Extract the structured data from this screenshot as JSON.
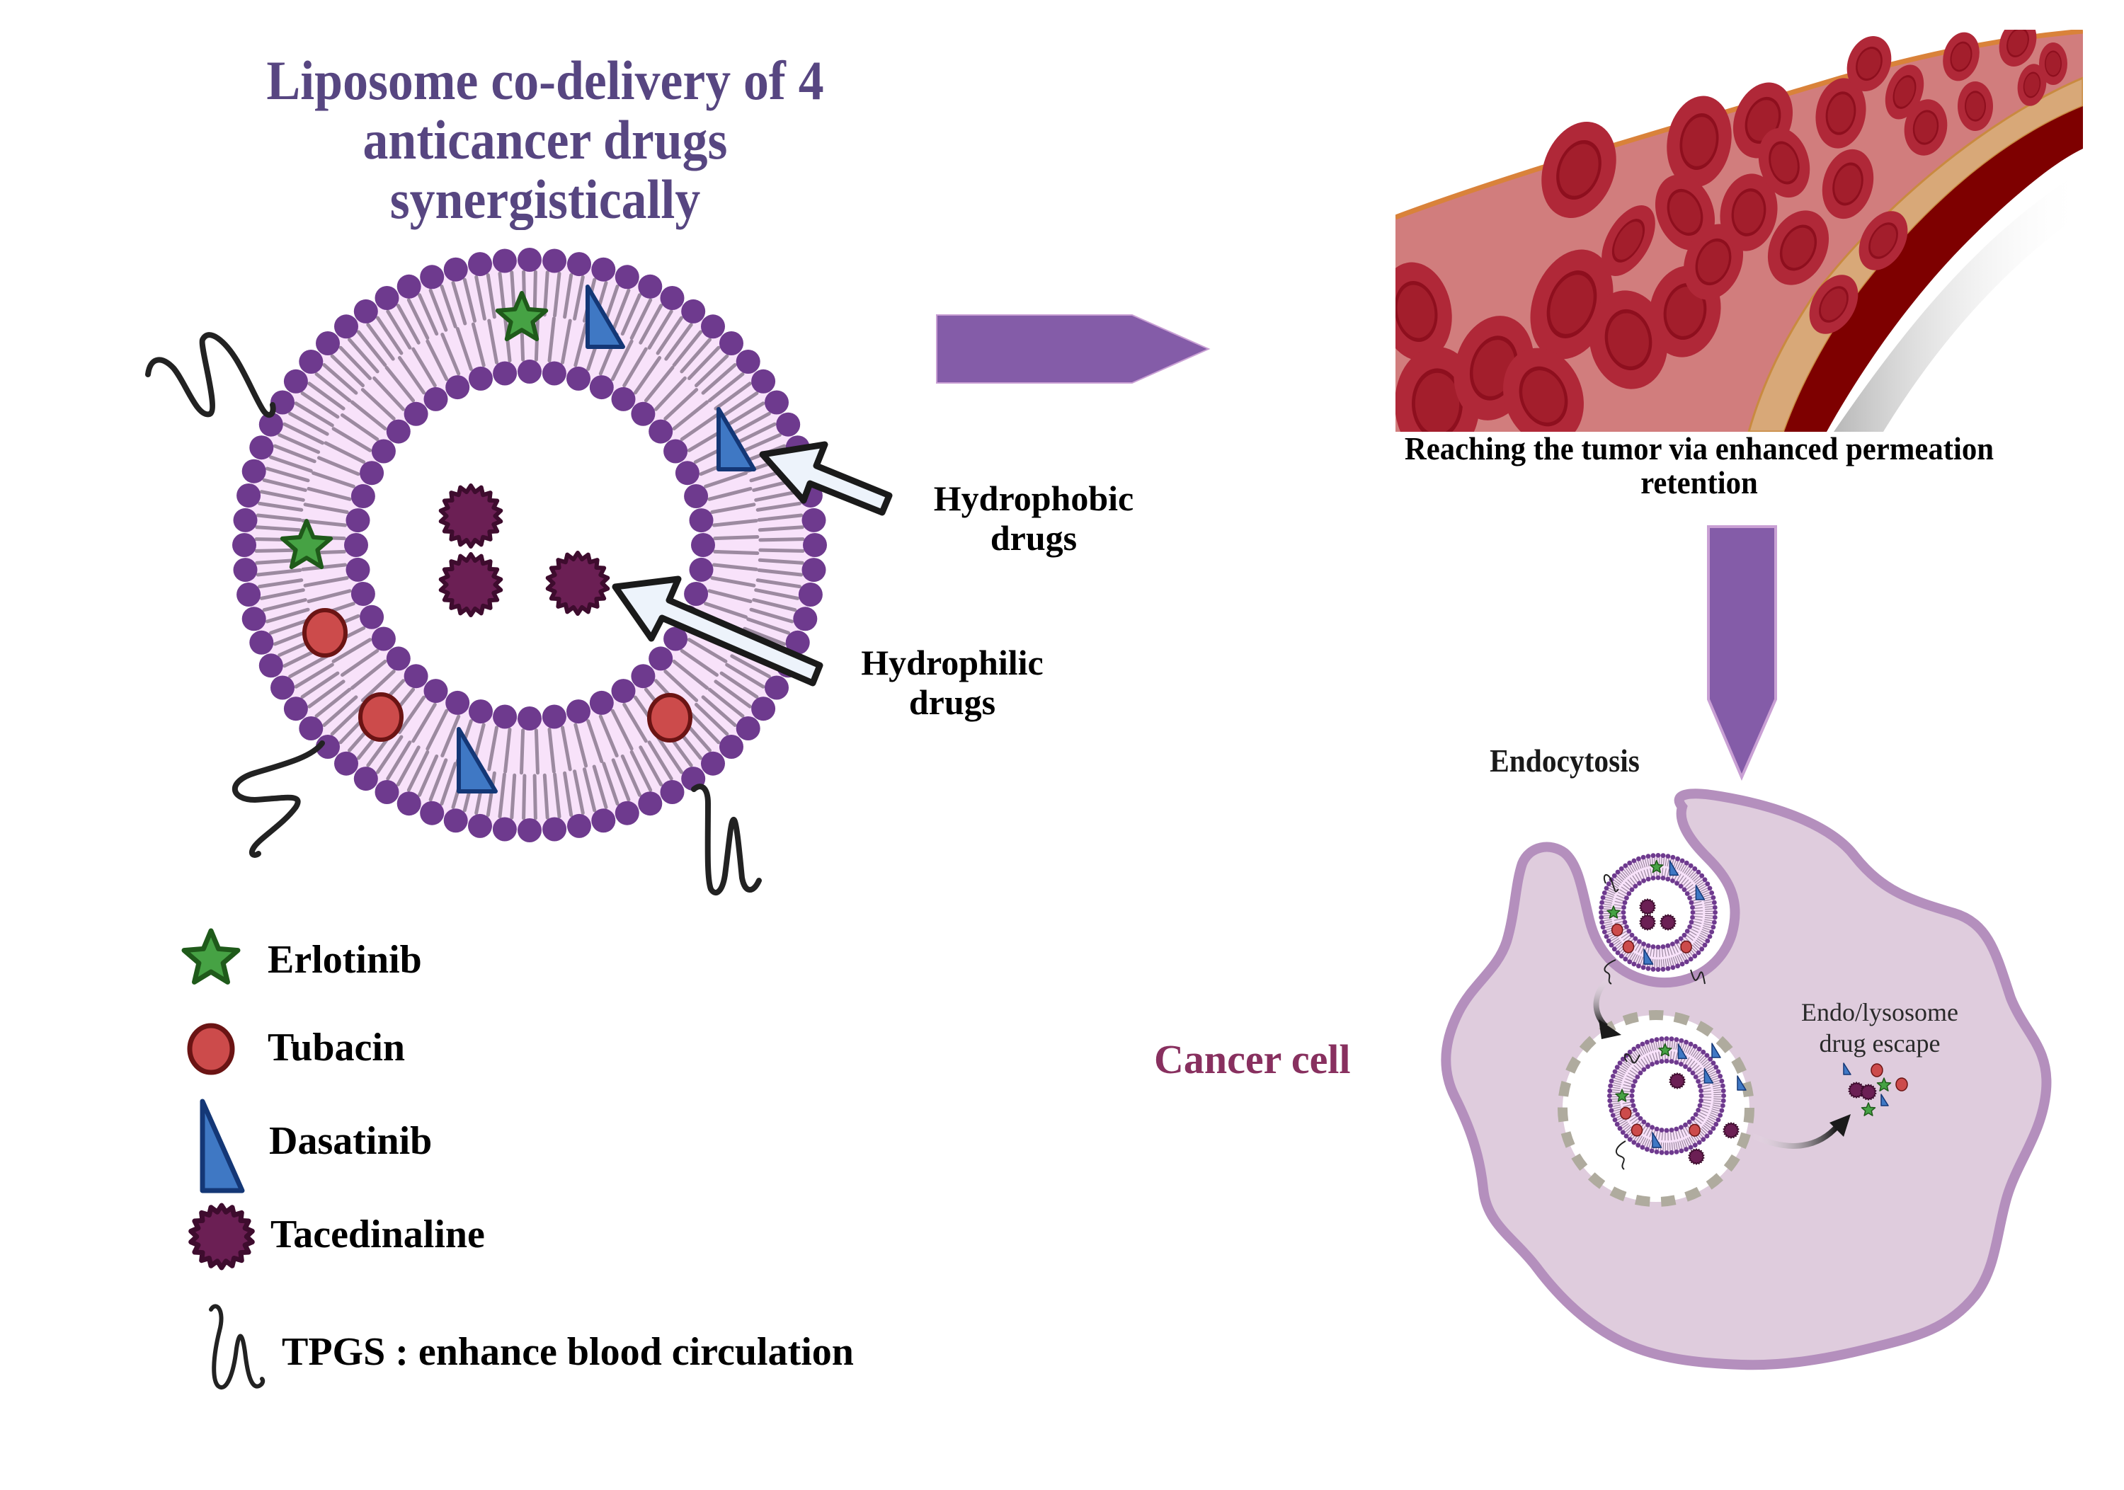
{
  "title": {
    "line1": "Liposome co-delivery of 4",
    "line2": "anticancer drugs",
    "line3": "synergistically"
  },
  "labels": {
    "hydrophobic_line1": "Hydrophobic",
    "hydrophobic_line2": "drugs",
    "hydrophilic_line1": "Hydrophilic",
    "hydrophilic_line2": "drugs"
  },
  "legend": {
    "items": [
      {
        "label": "Erlotinib",
        "icon": "green-star-icon",
        "color": "#46A244",
        "stroke": "#1F5A1A"
      },
      {
        "label": "Tubacin",
        "icon": "red-circle-icon",
        "color": "#CC4B4B",
        "stroke": "#6B1414"
      },
      {
        "label": "Dasatinib",
        "icon": "blue-triangle-icon",
        "color": "#3F78C4",
        "stroke": "#143776"
      },
      {
        "label": "Tacedinaline",
        "icon": "purple-starburst-icon",
        "color": "#6B1F54",
        "stroke": "#3E0C2E"
      },
      {
        "label": "TPGS : enhance blood circulation",
        "icon": "tpgs-squiggle-icon",
        "color": "#222222"
      }
    ]
  },
  "blood_vessel": {
    "caption_line1": "Reaching the tumor via enhanced permeation",
    "caption_line2": "retention"
  },
  "cell": {
    "endocytosis_label": "Endocytosis",
    "cancer_cell_label": "Cancer cell",
    "escape_line1": "Endo/lysosome",
    "escape_line2": "drug escape"
  },
  "colors": {
    "title": "#574681",
    "arrow": "#845CA8",
    "arrow_stroke": "#C9A0D4",
    "lipid_head": "#6E3A8E",
    "lipid_tail": "#9C8AA0",
    "membrane_fill": "#F8E2FA",
    "cell_fill": "#DFCCDD",
    "cell_stroke": "#B48FBD",
    "cancer_label": "#88305F",
    "blood_plasma": "#D17D7D",
    "rbc": "#B02838",
    "vessel_wall": "#7E0000",
    "vessel_inner": "#D8A878",
    "vessel_edge": "#D9823A"
  }
}
